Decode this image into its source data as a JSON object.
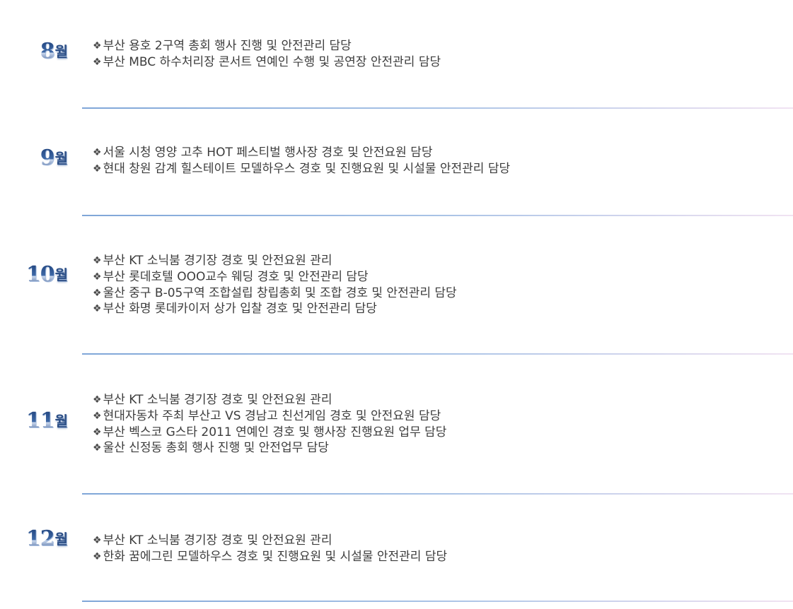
{
  "bullet_symbol": "❖",
  "accent_color": "#2d4f86",
  "divider_color": "#7fa6d8",
  "months": [
    {
      "number": "8",
      "unit": "월",
      "items": [
        "부산 용호 2구역 총회 행사 진행 및 안전관리 담당",
        "부산 MBC 하수처리장 콘서트 연예인 수행 및 공연장 안전관리 담당"
      ]
    },
    {
      "number": "9",
      "unit": "월",
      "items": [
        "서울 시청 영양 고추  HOT 페스티벌 행사장 경호 및 안전요원 담당",
        "현대 창원 감계 힐스테이트 모델하우스 경호 및 진행요원 및 시설물 안전관리 담당"
      ]
    },
    {
      "number": "10",
      "unit": "월",
      "items": [
        "부산 KT 소닉붐 경기장 경호 및 안전요원 관리",
        "부산 롯데호텔 OOO교수 웨딩 경호 및 안전관리 담당",
        "울산 중구 B-05구역 조합설립 창립총회 및 조합 경호 및 안전관리 담당",
        "부산 화명 롯데카이저 상가 입찰 경호 및 안전관리 담당"
      ]
    },
    {
      "number": "11",
      "unit": "월",
      "items": [
        "부산 KT 소닉붐 경기장 경호 및 안전요원 관리",
        "현대자동차 주최 부산고 VS 경남고 친선게임 경호 및 안전요원 담당",
        "부산 벡스코  G스타 2011 연예인 경호 및 행사장 진행요원 업무 담당",
        "울산 신정동 총회 행사 진행 및 안전업무 담당"
      ]
    },
    {
      "number": "12",
      "unit": "월",
      "items": [
        "부산 KT 소닉붐 경기장 경호 및 안전요원 관리",
        "한화 꿈에그린 모델하우스 경호 및 진행요원 및 시설물 안전관리 담당"
      ]
    }
  ]
}
